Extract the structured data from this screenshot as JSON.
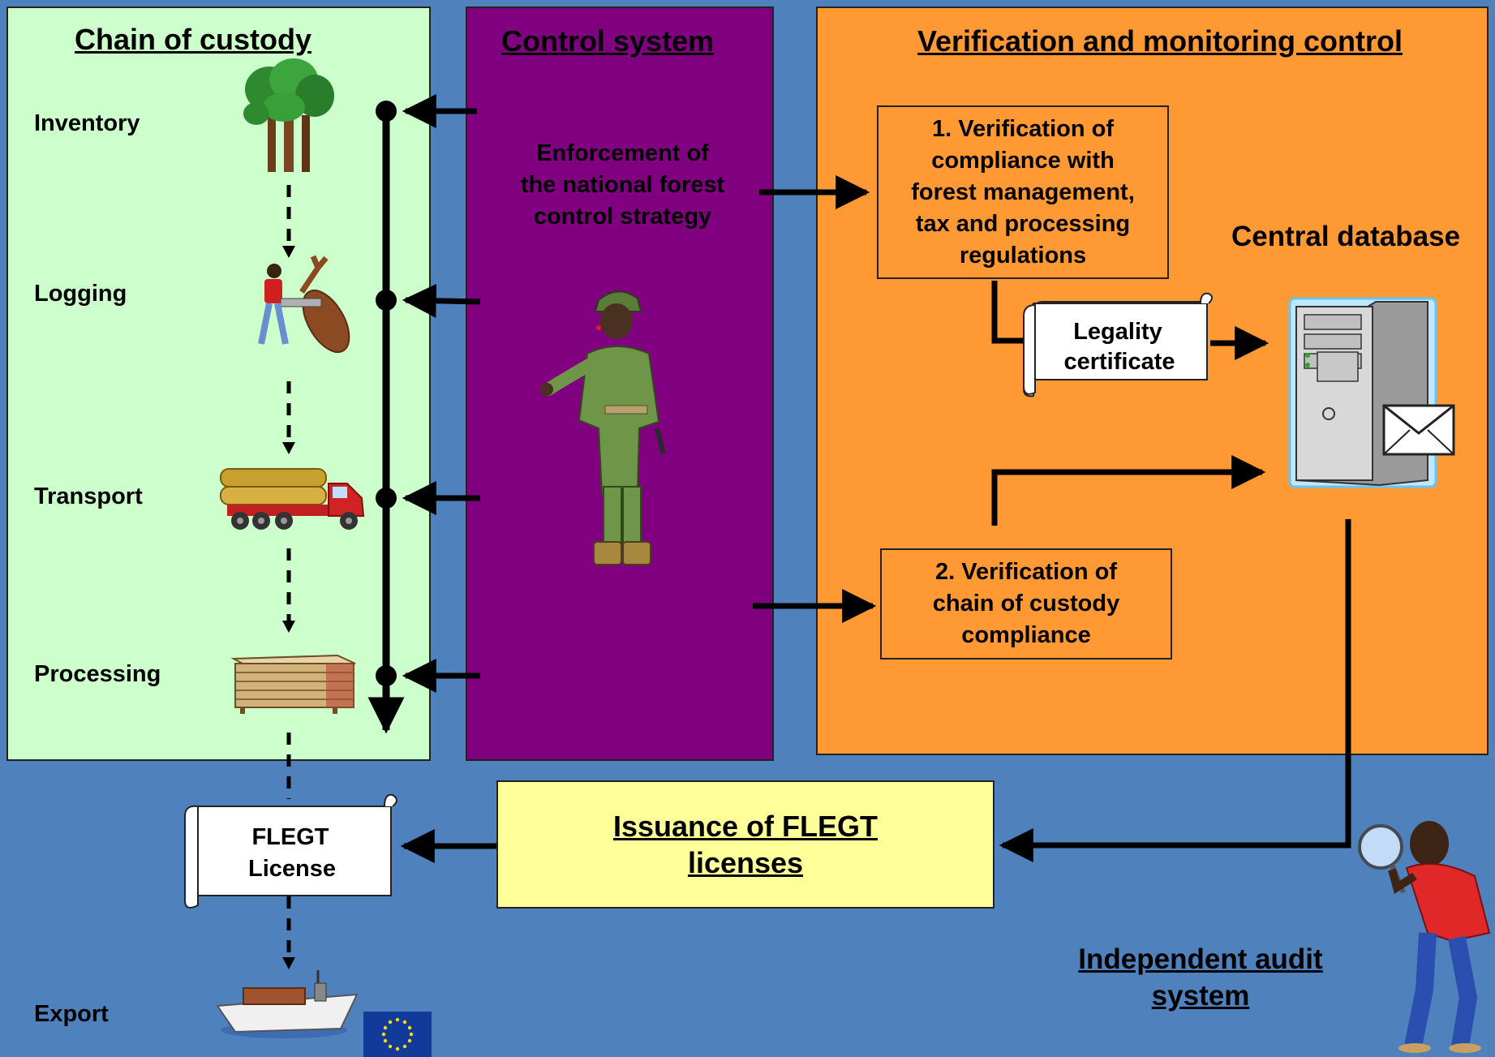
{
  "panels": {
    "chain_of_custody": {
      "title": "Chain of custody",
      "stages": [
        "Inventory",
        "Logging",
        "Transport",
        "Processing",
        "Export"
      ]
    },
    "control_system": {
      "title": "Control system",
      "enforcement": [
        "Enforcement of",
        "the national forest",
        "control strategy"
      ]
    },
    "verification": {
      "title": "Verification and monitoring control",
      "step1": [
        "1. Verification of",
        "compliance with",
        "forest management,",
        "tax and processing",
        "regulations"
      ],
      "step2": [
        "2. Verification of",
        "chain of custody",
        "compliance"
      ],
      "central_database": "Central database",
      "legality_certificate": [
        "Legality",
        "certificate"
      ]
    }
  },
  "issuance": [
    "Issuance of FLEGT",
    "licenses"
  ],
  "flegt_license": [
    "FLEGT",
    "License"
  ],
  "independent_audit": [
    "Independent audit",
    "system"
  ],
  "icons": {
    "inventory": "trees-icon",
    "logging": "logger-icon",
    "transport": "truck-icon",
    "processing": "lumber-stack-icon",
    "export": "ship-icon",
    "eu": "eu-flag-icon",
    "officer": "forest-officer-icon",
    "server": "server-icon",
    "auditor": "auditor-magnifier-icon"
  },
  "colors": {
    "background": "#4f81bd",
    "chain_panel": "#ccffcc",
    "control_panel": "#800080",
    "verification_panel": "#ff9933",
    "issuance_box": "#ffff99"
  }
}
